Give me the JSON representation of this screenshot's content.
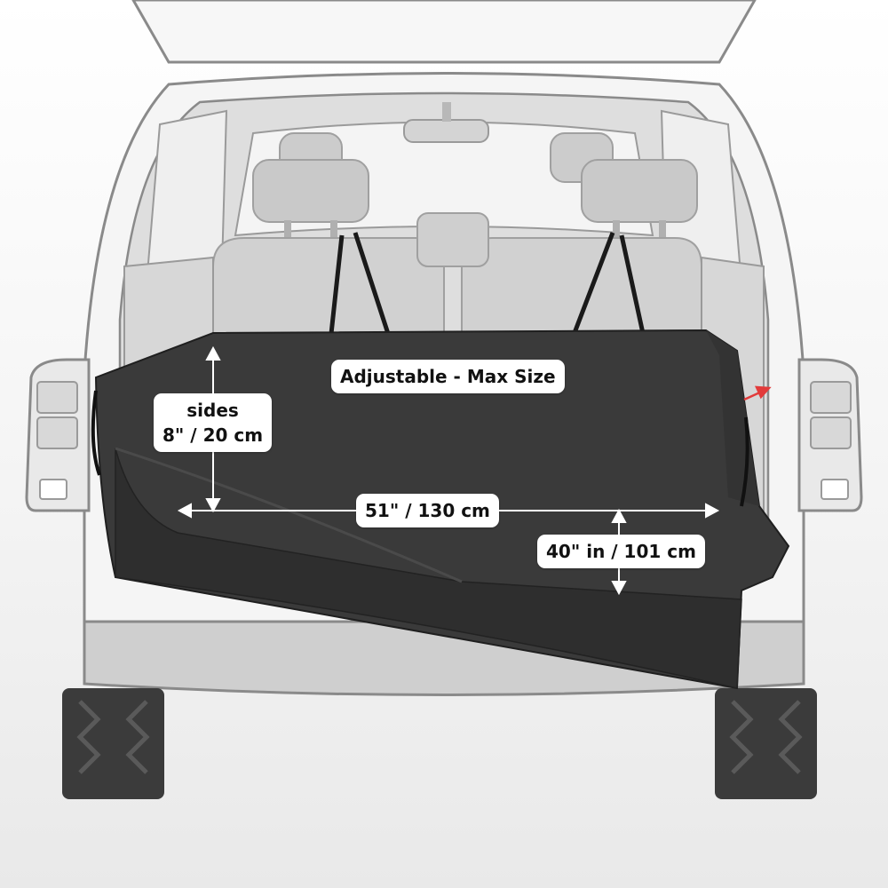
{
  "labels": {
    "adjustable": "Adjustable - Max Size",
    "sides_title": "sides",
    "sides_value": "8\" /  20 cm",
    "width": "51\" /  130 cm",
    "depth": "40\" in / 101 cm"
  },
  "colors": {
    "liner": "#3a3a3a",
    "liner_flap": "#2f2f2f",
    "car_outline": "#8a8a8a",
    "interior_gray": "#cfcfcf",
    "tire": "#3b3b3b",
    "arrow_white": "#ffffff",
    "arrow_red": "#e23b3b"
  }
}
